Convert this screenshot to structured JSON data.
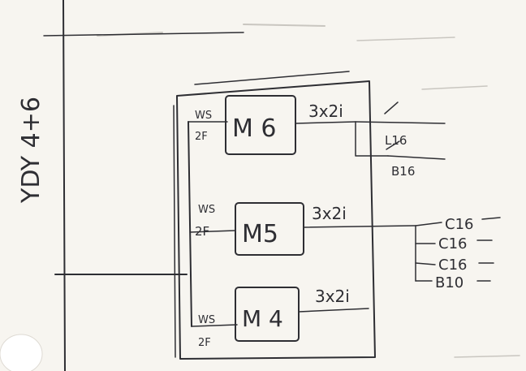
{
  "side_label": "YDY 4+6",
  "modules": [
    {
      "name": "M 6",
      "left_top": "WS",
      "left_bottom": "2F",
      "cable": "3x2i"
    },
    {
      "name": "M5",
      "left_top": "WS",
      "left_bottom": "2F",
      "cable": "3x2i"
    },
    {
      "name": "M 4",
      "left_top": "WS",
      "left_bottom": "2F",
      "cable": "3x2i"
    }
  ],
  "m6_outputs": [
    "L16",
    "B16"
  ],
  "m5_outputs": [
    "C16",
    "C16",
    "C16",
    "B10"
  ]
}
